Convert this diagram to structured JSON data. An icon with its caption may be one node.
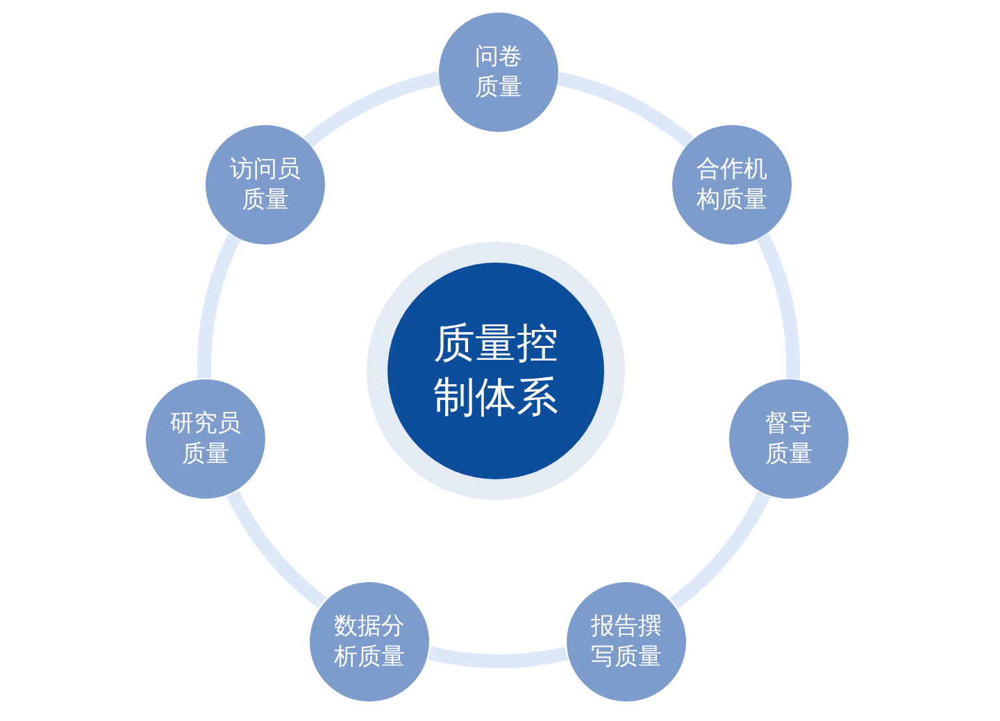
{
  "diagram": {
    "nodes": [
      {
        "text": [
          "质量控制体系"
        ]
      },
      {
        "text": [
          "问卷质量"
        ]
      },
      {
        "text": [
          "合作机构质量"
        ]
      },
      {
        "text": [
          "督导质量"
        ]
      },
      {
        "text": [
          "报告撰写质量"
        ]
      },
      {
        "text": [
          "数据分析质量"
        ]
      },
      {
        "text": [
          "研究员质量"
        ]
      },
      {
        "text": [
          "访问员质量"
        ]
      }
    ],
    "edges": [
      {
        "from": 1,
        "to": 2,
        "arrow": "none"
      },
      {
        "from": 2,
        "to": 3,
        "arrow": "none"
      },
      {
        "from": 3,
        "to": 4,
        "arrow": "none"
      },
      {
        "from": 4,
        "to": 5,
        "arrow": "none"
      },
      {
        "from": 5,
        "to": 6,
        "arrow": "none"
      },
      {
        "from": 6,
        "to": 7,
        "arrow": "none"
      },
      {
        "from": 7,
        "to": 1,
        "arrow": "none"
      }
    ]
  }
}
